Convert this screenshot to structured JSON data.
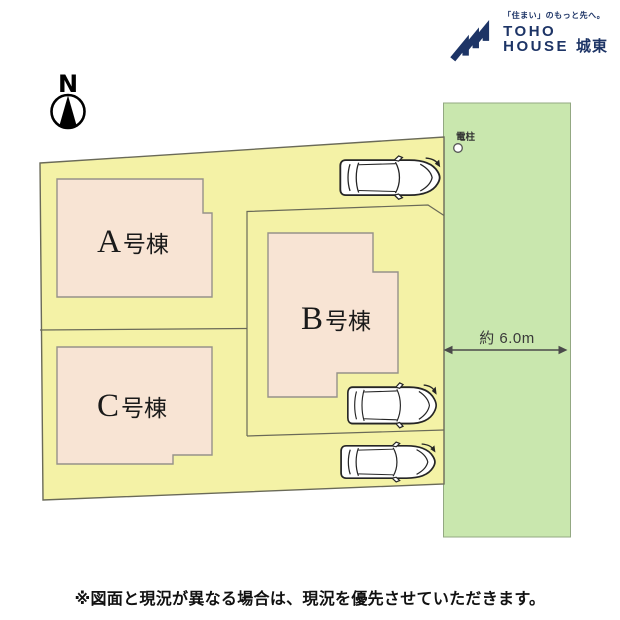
{
  "logo": {
    "tagline": "「住まい」のもっと先へ。",
    "brand_top": "TOHO",
    "brand_bottom": "HOUSE",
    "brand_region": "城東",
    "brand_color": "#1d3466"
  },
  "compass": {
    "north_label": "N"
  },
  "plan": {
    "parcels": [
      {
        "letter": "A",
        "suffix": "号棟"
      },
      {
        "letter": "B",
        "suffix": "号棟"
      },
      {
        "letter": "C",
        "suffix": "号棟"
      }
    ],
    "road": {
      "width_label": "約 6.0m",
      "utility_pole_label": "電柱"
    },
    "car_count": 3,
    "colors": {
      "lot_fill": "#f4f2a6",
      "building_fill": "#f8e4d4",
      "road_fill": "#c9e7ae",
      "outline": "#6a6a58"
    }
  },
  "footer": {
    "disclaimer": "※図面と現況が異なる場合は、現況を優先させていただきます。"
  }
}
